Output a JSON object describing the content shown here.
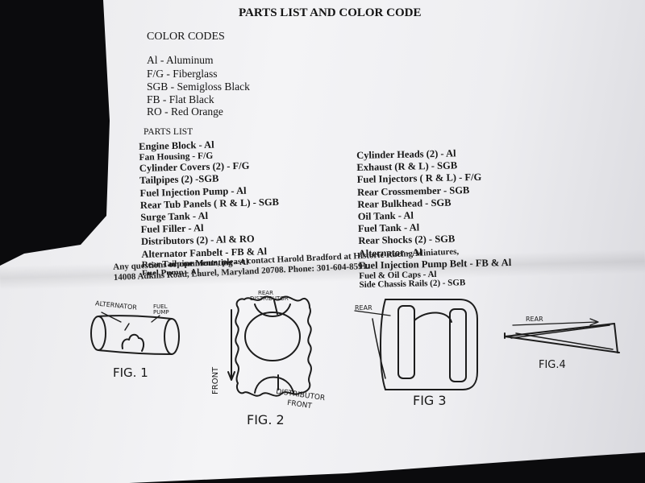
{
  "document": {
    "title": "PARTS LIST AND COLOR CODE",
    "color_codes_heading": "COLOR CODES",
    "color_codes": [
      "Al - Aluminum",
      "F/G - Fiberglass",
      "SGB - Semigloss Black",
      "FB - Flat Black",
      "RO - Red Orange"
    ],
    "parts_list_heading": "PARTS LIST",
    "parts_left": [
      "Engine Block - Al",
      "Fan Housing - F/G",
      "Cylinder Covers (2) - F/G",
      "Tailpipes (2) -SGB",
      "Fuel Injection Pump -  Al",
      "Rear Tub Panels ( R & L) - SGB",
      "Surge Tank - Al",
      "Fuel Filler - Al",
      "Distributors (2) - Al & RO",
      "Alternator Fanbelt - FB & Al",
      "Rear Tailpipe Mounting - Al",
      "Fuel Pump - Al"
    ],
    "parts_right": [
      "Cylinder Heads (2) - Al",
      "Exhaust (R & L) - SGB",
      "Fuel Injectors ( R & L) - F/G",
      "Rear Crossmember - SGB",
      "Rear Bulkhead - SGB",
      "Oil Tank - Al",
      "Fuel Tank - Al",
      "Rear Shocks (2) - SGB",
      "Alternator - Al",
      "Fuel Injection Pump Belt - FB & Al",
      "Fuel & Oil Caps - Al",
      "Side Chassis Rails (2) - SGB"
    ],
    "contact_line1": "Any questions or comments, please contact Harold Bradford at Historic Racing Miniatures,",
    "contact_line2": "14008 Adkins Road, Laurel, Maryland 20708.  Phone: 301-604-8591."
  },
  "figures": {
    "fig1": {
      "label": "FIG. 1",
      "note_alternator": "ALTERNATOR",
      "note_fuel_pump": "FUEL PUMP"
    },
    "fig2": {
      "label": "FIG. 2",
      "note_rear_distributor_1": "REAR",
      "note_rear_distributor_2": "DISTRIBUTOR",
      "note_front": "FRONT",
      "note_dist_front_1": "DISTRIBUTOR",
      "note_dist_front_2": "FRONT"
    },
    "fig3": {
      "label": "FIG 3",
      "note_rear": "REAR"
    },
    "fig4": {
      "label": "FIG.4",
      "note_rear": "REAR"
    }
  }
}
